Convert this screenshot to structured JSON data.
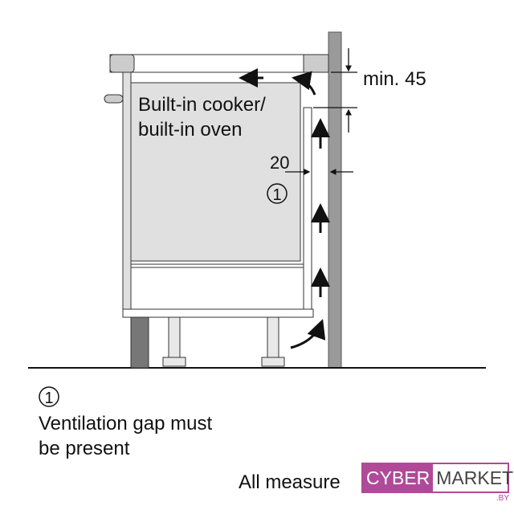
{
  "labels": {
    "appliance": [
      "Built-in cooker/",
      "built-in oven"
    ],
    "min_gap": "min. 45",
    "side_gap": "20",
    "callout": "1",
    "legend_number": "1",
    "legend_text": [
      "Ventilation gap must",
      "be present"
    ],
    "footer": "All measure"
  },
  "watermark": {
    "part1": "CYBER",
    "part2": "MARKET",
    "suffix": ".BY",
    "color": "#b04a98"
  }
}
